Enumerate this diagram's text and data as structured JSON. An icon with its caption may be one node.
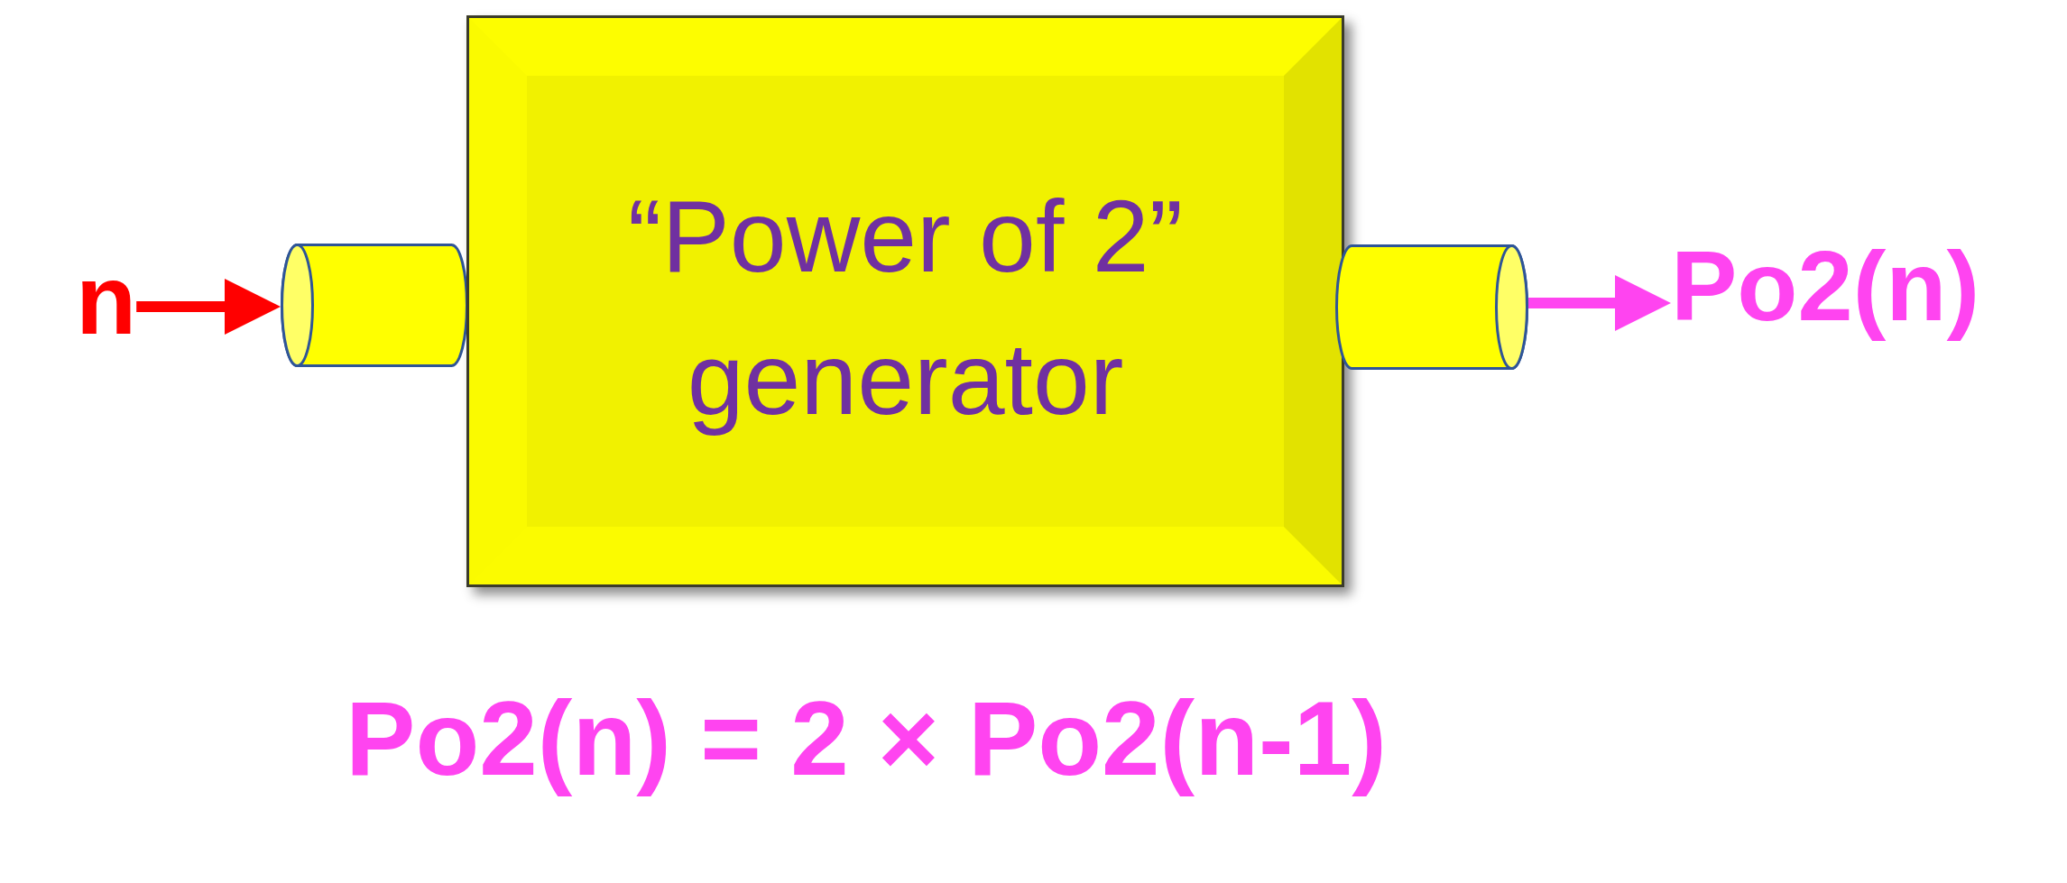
{
  "diagram": {
    "nodes": [
      {
        "text": [
          "n"
        ]
      },
      {
        "text": [],
        "shape": "cylinder"
      },
      {
        "text": [
          "“Power of 2” generator"
        ]
      },
      {
        "text": [],
        "shape": "cylinder"
      },
      {
        "text": [
          "Po2(n)"
        ]
      }
    ],
    "edges": [
      {
        "from": 0,
        "to": 1,
        "arrow": "to",
        "color": "#ff0000"
      },
      {
        "from": 3,
        "to": 4,
        "arrow": "to",
        "color": "#ff44f0"
      }
    ],
    "labels": [
      "Po2(n) = 2 × Po2(n-1)"
    ]
  }
}
